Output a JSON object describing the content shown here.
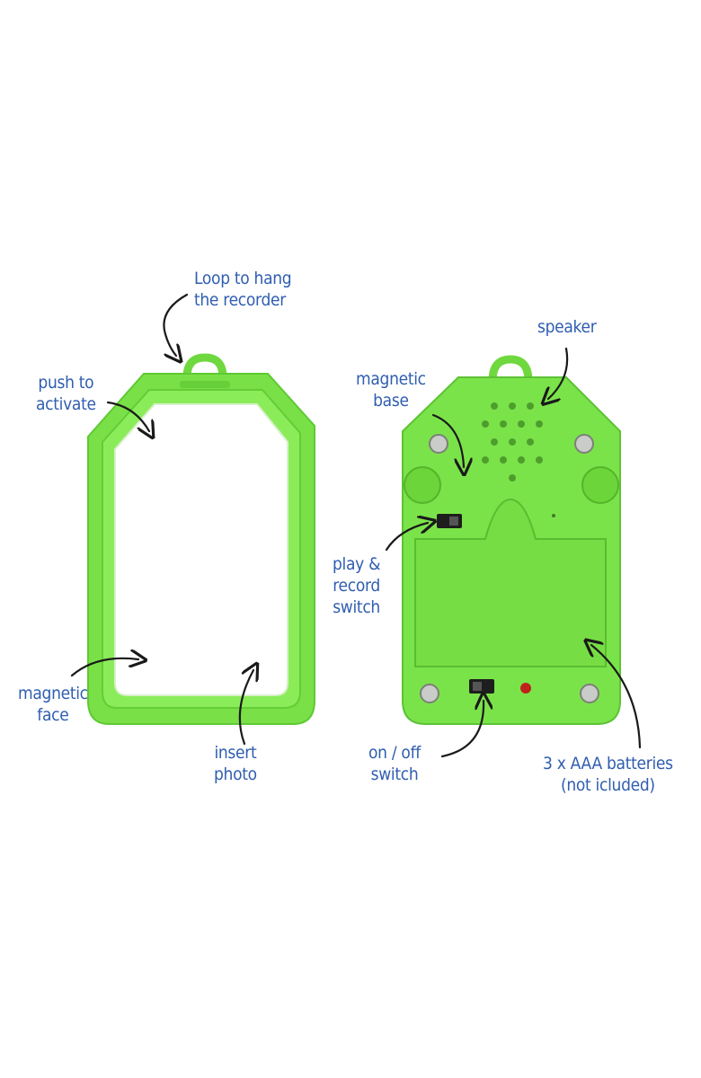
{
  "labels": {
    "loop": [
      "Loop to hang",
      "the recorder"
    ],
    "push": [
      "push to",
      "activate"
    ],
    "magnetic_face": [
      "magnetic",
      "face"
    ],
    "insert_photo": [
      "insert",
      "photo"
    ],
    "speaker": [
      "speaker"
    ],
    "magnetic_base": [
      "magnetic",
      "base"
    ],
    "play_record": [
      "play &",
      "record",
      "switch"
    ],
    "on_off": [
      "on / off",
      "switch"
    ],
    "batteries": [
      "3 x AAA batteries",
      "(not icluded)"
    ]
  },
  "colors": {
    "device_green": "#7be34a",
    "device_green_dark": "#5cc234",
    "label_blue": "#2f5db0",
    "arrow": "#1a1a1a",
    "photo_white": "#ffffff"
  }
}
